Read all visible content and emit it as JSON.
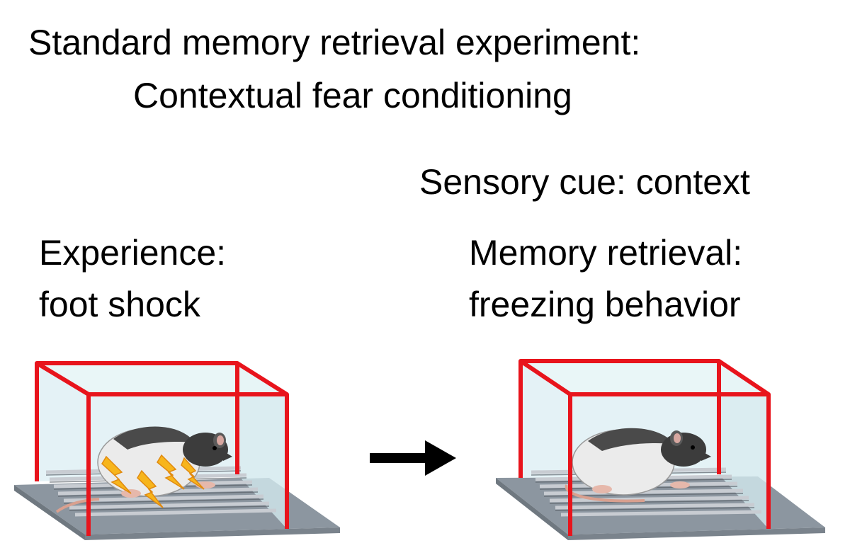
{
  "title": {
    "line1": "Standard memory retrieval experiment:",
    "line2": "Contextual fear conditioning"
  },
  "sensory_cue": "Sensory cue: context",
  "left_panel": {
    "heading": "Experience:",
    "subheading": "foot shock"
  },
  "right_panel": {
    "heading": "Memory retrieval:",
    "subheading": "freezing behavior"
  },
  "colors": {
    "cage_frame": "#e8141c",
    "glass": "#dff0f4",
    "floor": "#8c96a0",
    "grid_bars": "#c8ccd2",
    "rat_body": "#ebebeb",
    "rat_head": "#3c3c3c",
    "shock": "#f7b51c",
    "arrow": "#000000"
  }
}
